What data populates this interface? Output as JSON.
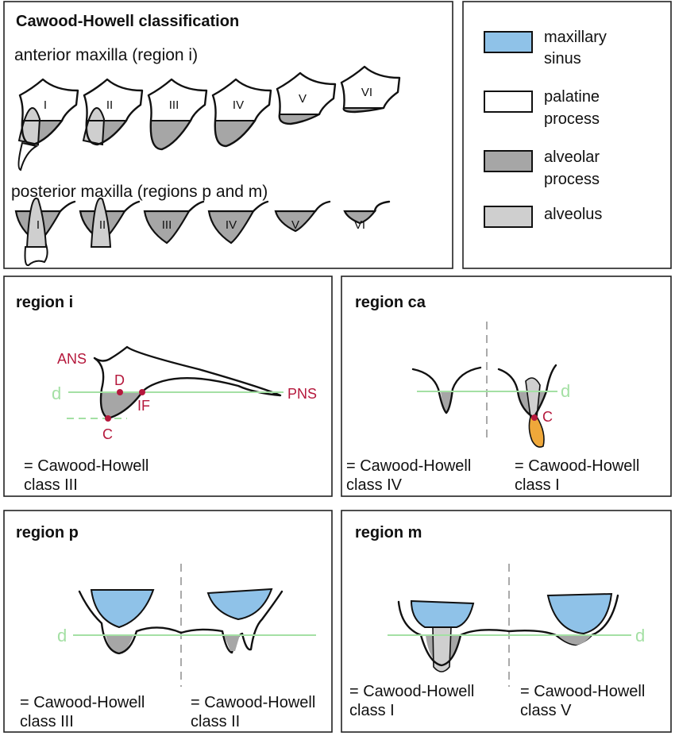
{
  "colors": {
    "maxillary_sinus": "#8fc2e8",
    "palatine_process": "#ffffff",
    "alveolar_process": "#a6a6a6",
    "alveolus": "#cfcfcf",
    "reference_line": "#a4e0a4",
    "landmark": "#b5183c",
    "canine": "#efa83a"
  },
  "top": {
    "title": "Cawood-Howell classification",
    "anterior_label": "anterior maxilla (region i)",
    "posterior_label": "posterior maxilla (regions p and m)",
    "classes": [
      "I",
      "II",
      "III",
      "IV",
      "V",
      "VI"
    ]
  },
  "legend": {
    "items": [
      {
        "line1": "maxillary",
        "line2": "sinus"
      },
      {
        "line1": "palatine",
        "line2": "process"
      },
      {
        "line1": "alveolar",
        "line2": "process"
      },
      {
        "line1": "alveolus",
        "line2": ""
      }
    ]
  },
  "region_i": {
    "title": "region i",
    "labels": {
      "ans": "ANS",
      "pns": "PNS",
      "d_point": "D",
      "if": "IF",
      "c": "C",
      "d_line": "d"
    },
    "result_line1": "= Cawood-Howell",
    "result_line2": "class III"
  },
  "region_ca": {
    "title": "region ca",
    "d_line": "d",
    "c": "C",
    "left_line1": "= Cawood-Howell",
    "left_line2": "class IV",
    "right_line1": "= Cawood-Howell",
    "right_line2": "class I"
  },
  "region_p": {
    "title": "region p",
    "d_line": "d",
    "left_line1": "= Cawood-Howell",
    "left_line2": "class III",
    "right_line1": "= Cawood-Howell",
    "right_line2": "class II"
  },
  "region_m": {
    "title": "region m",
    "d_line": "d",
    "left_line1": "= Cawood-Howell",
    "left_line2": "class I",
    "right_line1": "= Cawood-Howell",
    "right_line2": "class V"
  }
}
